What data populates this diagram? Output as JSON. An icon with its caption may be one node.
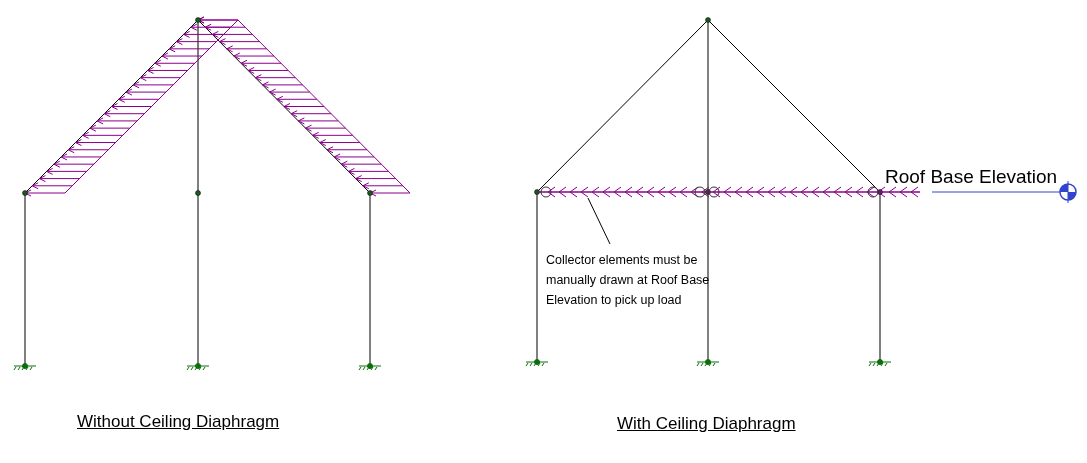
{
  "diagram": {
    "nodes": [
      {
        "text": [
          "Collector elements must be manually drawn at Roof Base Elevation to pick up load"
        ]
      },
      {
        "text": [],
        "shape": "bar"
      }
    ],
    "edges": [
      {
        "from": 0,
        "to": 1,
        "arrow": "none"
      }
    ],
    "labels": [
      "Roof Base Elevation",
      "Without Ceiling Diaphragm",
      "With Ceiling Diaphragm"
    ]
  }
}
